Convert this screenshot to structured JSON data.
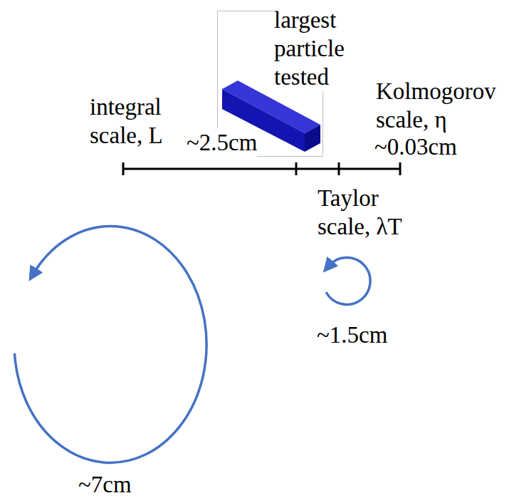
{
  "diagram": {
    "labels": [
      "largest particle tested",
      "integral scale, L",
      "~2.5cm",
      "Kolmogorov scale, η",
      "~0.03cm",
      "Taylor scale, λT",
      "~1.5cm",
      "~7cm"
    ]
  }
}
